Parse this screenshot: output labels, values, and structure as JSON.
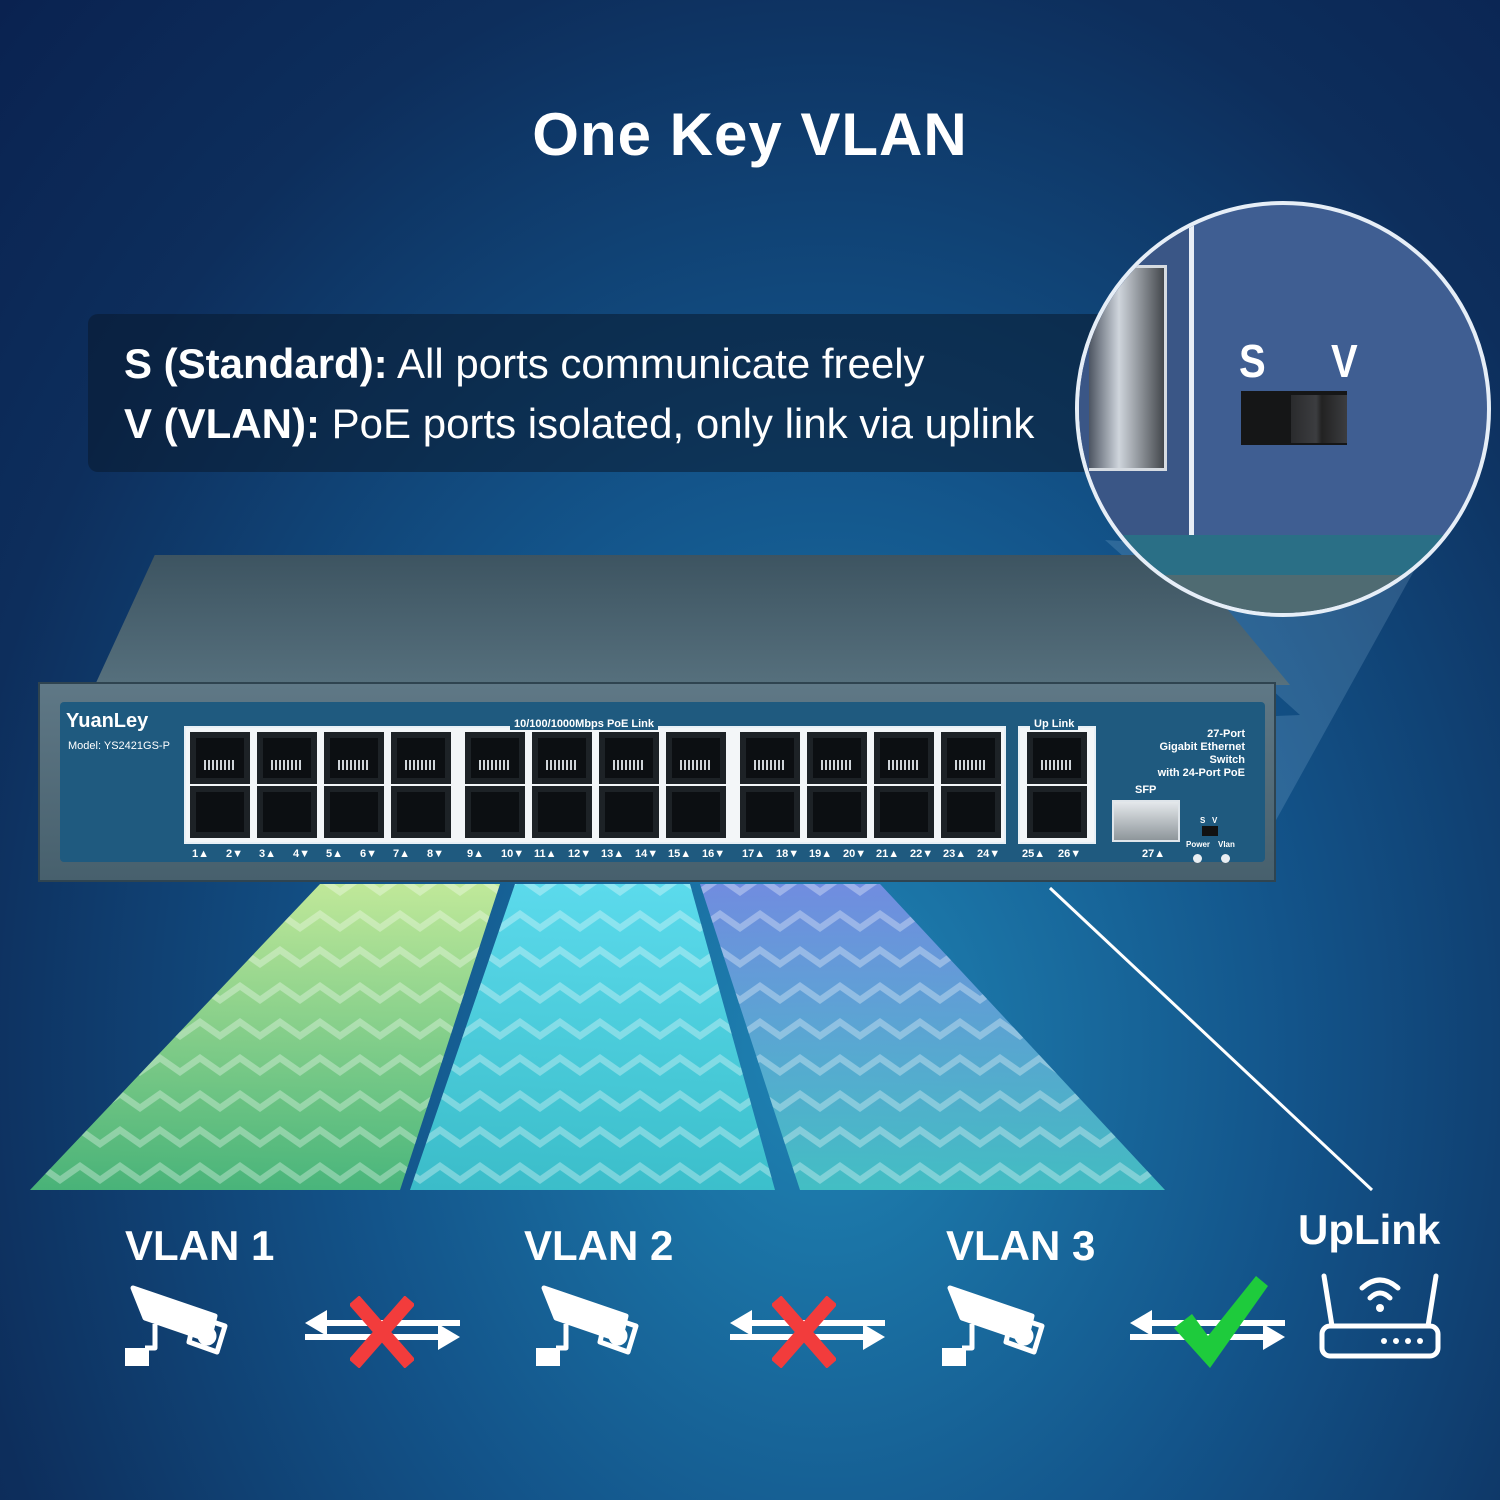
{
  "title": "One Key VLAN",
  "modes": [
    {
      "key": "S (Standard):",
      "text": " All ports communicate freely"
    },
    {
      "key": "V (VLAN):",
      "text": " PoE ports isolated, only link via uplink"
    }
  ],
  "zoom_switch": {
    "s_label": "S",
    "v_label": "V"
  },
  "device": {
    "brand": "YuanLey",
    "model": "Model: YS2421GS-P",
    "poe_link_label": "10/100/1000Mbps PoE Link",
    "uplink_label": "Up  Link",
    "description": [
      "27-Port",
      "Gigabit Ethernet Switch",
      "with 24-Port PoE"
    ],
    "sfp_label": "SFP",
    "switch_s": "S",
    "switch_v": "V",
    "led_power": "Power",
    "led_vlan": "Vlan",
    "port_labels": [
      "1▲",
      "2▼",
      "3▲",
      "4▼",
      "5▲",
      "6▼",
      "7▲",
      "8▼",
      "9▲",
      "10▼",
      "11▲",
      "12▼",
      "13▲",
      "14▼",
      "15▲",
      "16▼",
      "17▲",
      "18▼",
      "19▲",
      "20▼",
      "21▲",
      "22▼",
      "23▲",
      "24▼",
      "25▲",
      "26▼",
      "27▲"
    ]
  },
  "groups": [
    {
      "label": "VLAN 1",
      "icon": "security-camera-icon",
      "link_icon": "blocked-x-icon",
      "link_color": "#f23c3c"
    },
    {
      "label": "VLAN 2",
      "icon": "security-camera-icon",
      "link_icon": "blocked-x-icon",
      "link_color": "#f23c3c"
    },
    {
      "label": "VLAN 3",
      "icon": "security-camera-icon",
      "link_icon": "allowed-check-icon",
      "link_color": "#1ecb3c"
    }
  ],
  "uplink": {
    "label": "UpLink",
    "icon": "wifi-router-icon"
  },
  "colors": {
    "beam1": "#b9e88a",
    "beam2": "#43d6e9",
    "beam3": "#6ea6e8"
  }
}
